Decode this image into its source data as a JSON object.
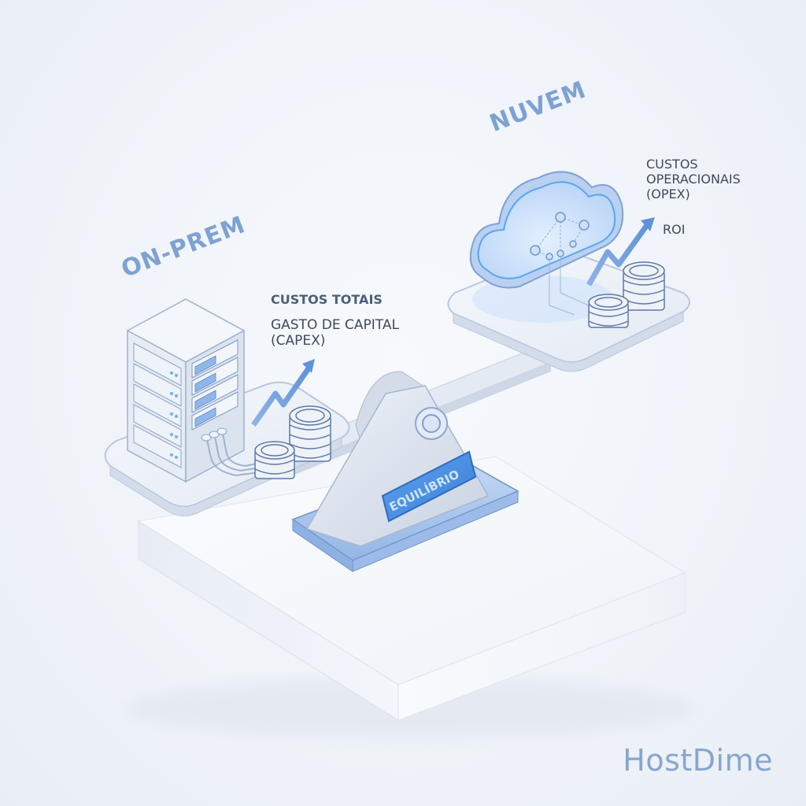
{
  "labels": {
    "cloud_title": "NUVEM",
    "onprem_title": "ON-PREM",
    "onprem_total_costs": "CUSTOS TOTAIS",
    "onprem_capex_line1": "GASTO DE CAPITAL",
    "onprem_capex_line2": "(CAPEX)",
    "cloud_opex_line1": "CUSTOS",
    "cloud_opex_line2": "OPERACIONAIS",
    "cloud_opex_line3": "(OPEX)",
    "cloud_roi": "ROI",
    "fulcrum_plate": "EQUILÍBRIO",
    "brand": "HostDime"
  },
  "icons": {
    "onprem": [
      "server-rack-icon",
      "trend-up-arrow-icon",
      "coin-stack-icon"
    ],
    "cloud": [
      "cloud-network-icon",
      "trend-up-arrow-icon",
      "coin-stack-icon"
    ],
    "center": [
      "balance-scale-icon"
    ]
  },
  "colors": {
    "accent_blue": "#7ea2d2",
    "plate_blue": "#4a8fe0",
    "base_blue": "#a9c4ec",
    "text_dark": "#3f4a5c",
    "brand": "#88a6cc",
    "background": "#eef2f8"
  }
}
